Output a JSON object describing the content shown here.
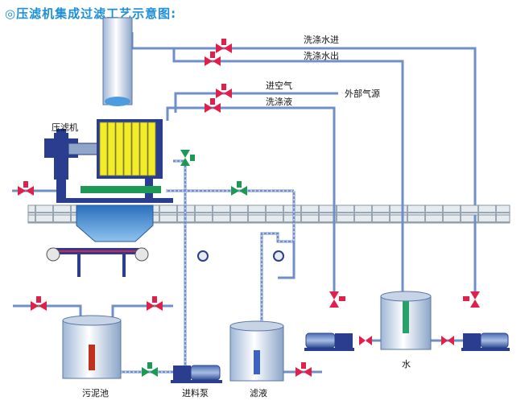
{
  "title": "◎压滤机集成过滤工艺示意图:",
  "labels": {
    "wash_water_in": "洗涤水进",
    "wash_water_out": "洗涤水出",
    "air_in": "进空气",
    "external_air_source": "外部气源",
    "wash_liquid": "洗涤液",
    "filter_press": "压滤机",
    "sludge_tank": "污泥池",
    "feed_pump": "进料泵",
    "filtrate": "滤液",
    "water": "水"
  },
  "colors": {
    "title": "#1d8fd8",
    "pipe": "#6f8fc8",
    "valve": "#e0204a",
    "valve_green": "#1c9a55",
    "frame": "#2b3d8f",
    "filter_plates": "#f2ec2a",
    "wall": "#dce3ea"
  }
}
